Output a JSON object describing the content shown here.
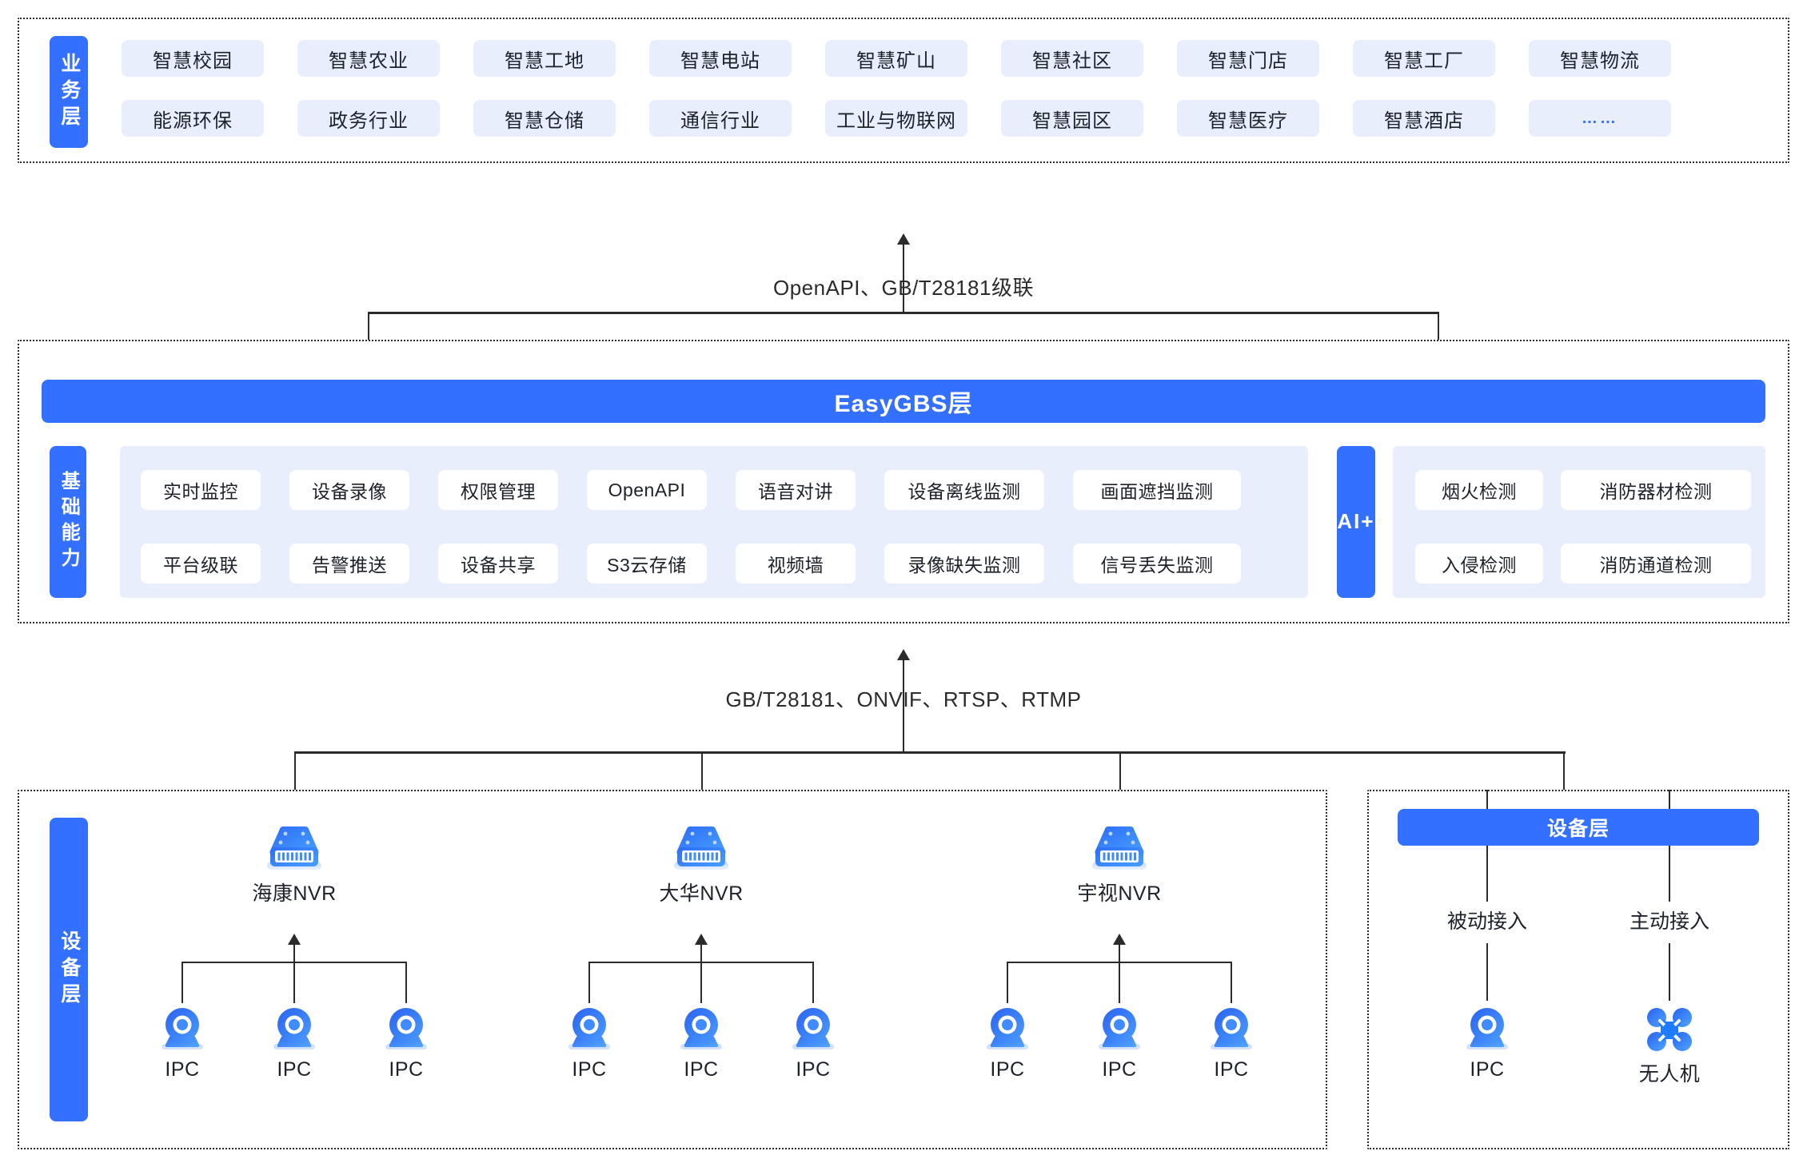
{
  "business_layer": {
    "side_label": "业务层",
    "row1": [
      "智慧校园",
      "智慧农业",
      "智慧工地",
      "智慧电站",
      "智慧矿山",
      "智慧社区",
      "智慧门店",
      "智慧工厂",
      "智慧物流"
    ],
    "row2": [
      "能源环保",
      "政务行业",
      "智慧仓储",
      "通信行业",
      "工业与物联网",
      "智慧园区",
      "智慧医疗",
      "智慧酒店",
      "……"
    ]
  },
  "connector_top": "OpenAPI、GB/T28181级联",
  "easygbs_layer": {
    "title": "EasyGBS层",
    "capability_side_label": "基础能力",
    "capability_row1": [
      "实时监控",
      "设备录像",
      "权限管理",
      "OpenAPI",
      "语音对讲",
      "设备离线监测",
      "画面遮挡监测"
    ],
    "capability_row2": [
      "平台级联",
      "告警推送",
      "设备共享",
      "S3云存储",
      "视频墙",
      "录像缺失监测",
      "信号丢失监测"
    ],
    "ai_label": "AI+",
    "ai_row1": [
      "烟火检测",
      "消防器材检测"
    ],
    "ai_row2": [
      "入侵检测",
      "消防通道检测"
    ]
  },
  "connector_bottom": "GB/T28181、ONVIF、RTSP、RTMP",
  "device_layer_left": {
    "side_label": "设备层",
    "groups": [
      {
        "nvr": "海康NVR",
        "children": [
          "IPC",
          "IPC",
          "IPC"
        ]
      },
      {
        "nvr": "大华NVR",
        "children": [
          "IPC",
          "IPC",
          "IPC"
        ]
      },
      {
        "nvr": "宇视NVR",
        "children": [
          "IPC",
          "IPC",
          "IPC"
        ]
      }
    ]
  },
  "device_layer_right": {
    "title": "设备层",
    "branches": [
      {
        "access": "被动接入",
        "device": "IPC",
        "icon": "ipc-camera-icon"
      },
      {
        "access": "主动接入",
        "device": "无人机",
        "icon": "drone-icon"
      }
    ]
  },
  "colors": {
    "brand_blue": "#3370ff",
    "chip_bg": "#e8eefc",
    "line": "#2b2b2b",
    "text": "#1d2129"
  }
}
